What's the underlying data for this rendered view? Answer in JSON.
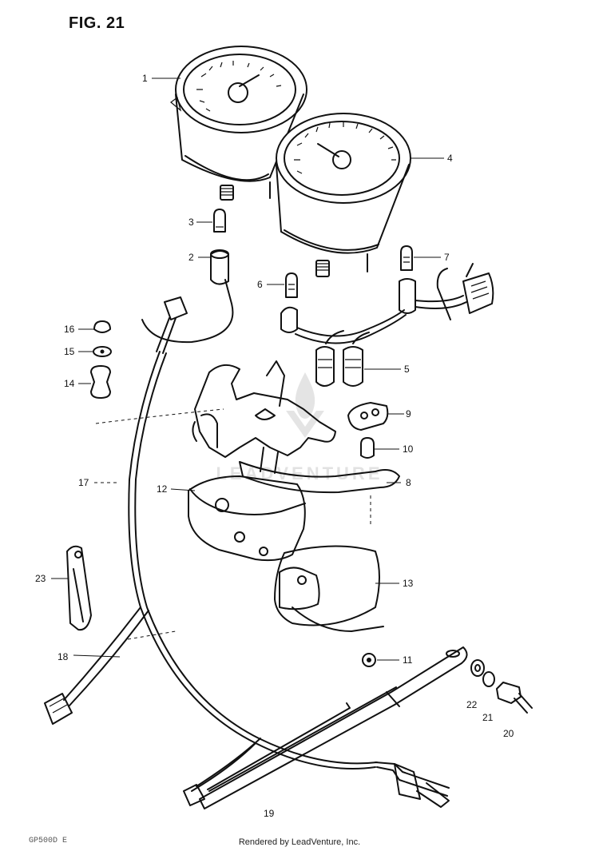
{
  "figure": {
    "title": "FIG. 21"
  },
  "callouts": [
    {
      "id": "c1",
      "text": "1"
    },
    {
      "id": "c2",
      "text": "2"
    },
    {
      "id": "c3",
      "text": "3"
    },
    {
      "id": "c4",
      "text": "4"
    },
    {
      "id": "c5",
      "text": "5"
    },
    {
      "id": "c6",
      "text": "6"
    },
    {
      "id": "c7",
      "text": "7"
    },
    {
      "id": "c8",
      "text": "8"
    },
    {
      "id": "c9",
      "text": "9"
    },
    {
      "id": "c10",
      "text": "10"
    },
    {
      "id": "c11",
      "text": "11"
    },
    {
      "id": "c12",
      "text": "12"
    },
    {
      "id": "c13",
      "text": "13"
    },
    {
      "id": "c14",
      "text": "14"
    },
    {
      "id": "c15",
      "text": "15"
    },
    {
      "id": "c16",
      "text": "16"
    },
    {
      "id": "c17",
      "text": "17"
    },
    {
      "id": "c18",
      "text": "18"
    },
    {
      "id": "c19",
      "text": "19"
    },
    {
      "id": "c20",
      "text": "20"
    },
    {
      "id": "c21",
      "text": "21"
    },
    {
      "id": "c22",
      "text": "22"
    },
    {
      "id": "c23",
      "text": "23"
    }
  ],
  "watermark": {
    "text": "LEADVENTURE"
  },
  "footer": {
    "model_code": "GP500D E",
    "credit": "Rendered by LeadVenture, Inc."
  },
  "colors": {
    "line": "#111111",
    "background": "#ffffff",
    "watermark": "#969696"
  }
}
